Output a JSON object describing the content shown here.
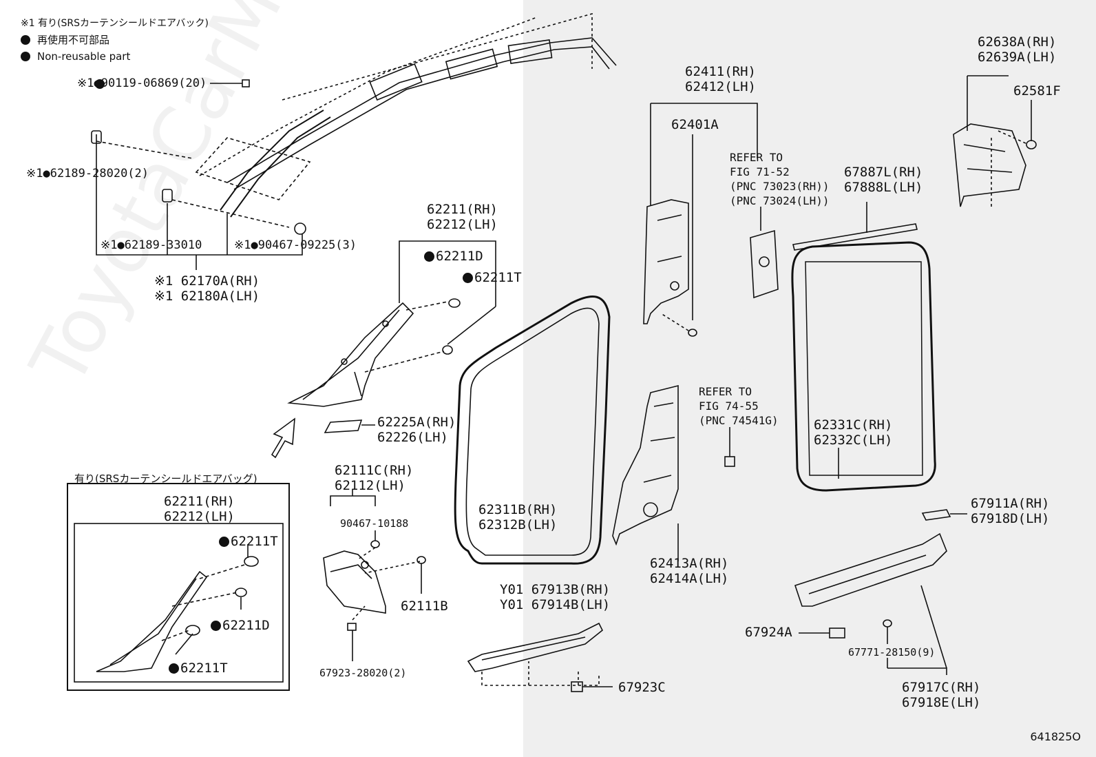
{
  "legend": {
    "note": "※1 有り(SRSカーテンシールドエアバック)",
    "item_jp": "再使用不可部品",
    "item_en": "Non-reusable part"
  },
  "watermark": "ToyotaCarMine.ru",
  "diagram_code": "641825O",
  "inset": {
    "title": "有り(SRSカーテンシールドエアバッグ)"
  },
  "labels": {
    "l_90119": "※1●90119-06869(20)",
    "l_62189_28020": "※1●62189-28020(2)",
    "l_62189_33010": "※1●62189-33010",
    "l_90467_09225": "※1●90467-09225(3)",
    "l_62170A": "※1 62170A(RH)",
    "l_62180A": "※1 62180A(LH)",
    "l_62211_rh": "62211(RH)",
    "l_62212_lh": "62212(LH)",
    "l_62211D": "62211D",
    "l_62211T": "62211T",
    "l_62225A": "62225A(RH)",
    "l_62226": "62226(LH)",
    "l_62111C": "62111C(RH)",
    "l_62112": "62112(LH)",
    "l_90467_10188": "90467-10188",
    "l_62111B": "62111B",
    "l_67923_28020": "67923-28020(2)",
    "inset_62211": "62211(RH)",
    "inset_62212": "62212(LH)",
    "inset_62211T_a": "62211T",
    "inset_62211D": "62211D",
    "inset_62211T_b": "62211T",
    "l_62311B": "62311B(RH)",
    "l_62312B": "62312B(LH)",
    "l_67913B": "Y01 67913B(RH)",
    "l_67914B": "Y01 67914B(LH)",
    "l_67923C": "67923C",
    "l_62411": "62411(RH)",
    "l_62412": "62412(LH)",
    "l_62401A": "62401A",
    "ref1_a": "REFER TO",
    "ref1_b": "FIG 71-52",
    "ref1_c": "(PNC 73023(RH))",
    "ref1_d": "(PNC 73024(LH))",
    "ref2_a": "REFER TO",
    "ref2_b": "FIG 74-55",
    "ref2_c": "(PNC 74541G)",
    "l_62413A": "62413A(RH)",
    "l_62414A": "62414A(LH)",
    "l_62638A": "62638A(RH)",
    "l_62639A": "62639A(LH)",
    "l_62581F": "62581F",
    "l_67887L": "67887L(RH)",
    "l_67888L": "67888L(LH)",
    "l_62331C": "62331C(RH)",
    "l_62332C": "62332C(LH)",
    "l_67911A": "67911A(RH)",
    "l_67918D": "67918D(LH)",
    "l_67924A": "67924A",
    "l_67771": "67771-28150(9)",
    "l_67917C": "67917C(RH)",
    "l_67918E": "67918E(LH)"
  }
}
